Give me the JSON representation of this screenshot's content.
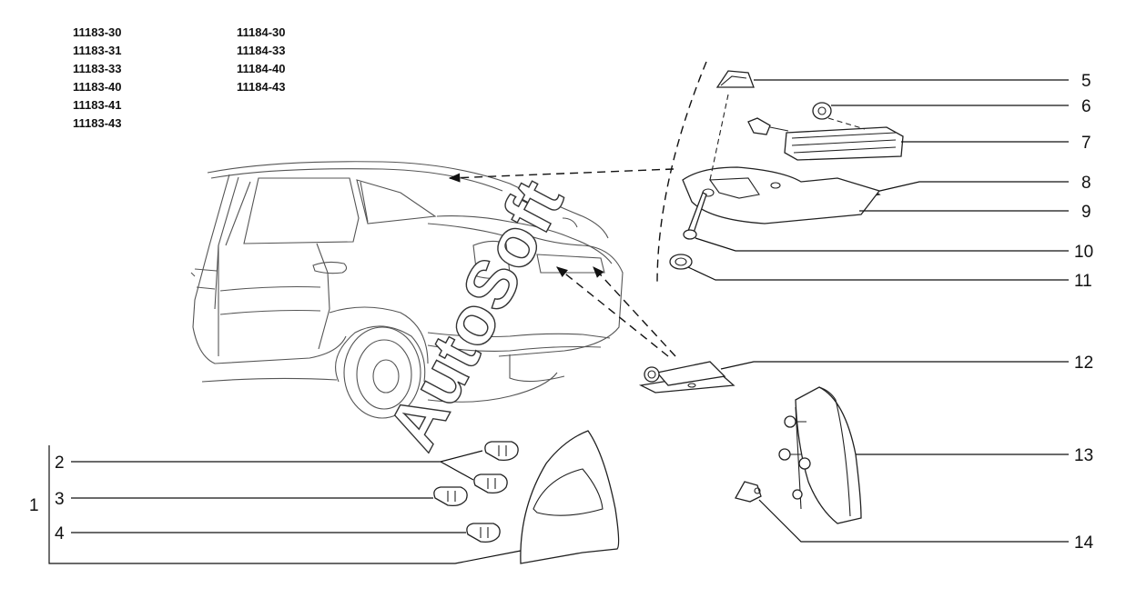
{
  "models": {
    "left": [
      "11183-30",
      "11183-31",
      "11183-33",
      "11183-40",
      "11183-41",
      "11183-43"
    ],
    "right": [
      "11184-30",
      "11184-33",
      "11184-40",
      "11184-43"
    ]
  },
  "callouts": {
    "n1": "1",
    "n2": "2",
    "n3": "3",
    "n4": "4",
    "n5": "5",
    "n6": "6",
    "n7": "7",
    "n8": "8",
    "n9": "9",
    "n10": "10",
    "n11": "11",
    "n12": "12",
    "n13": "13",
    "n14": "14"
  },
  "watermark": "AutoSoft"
}
